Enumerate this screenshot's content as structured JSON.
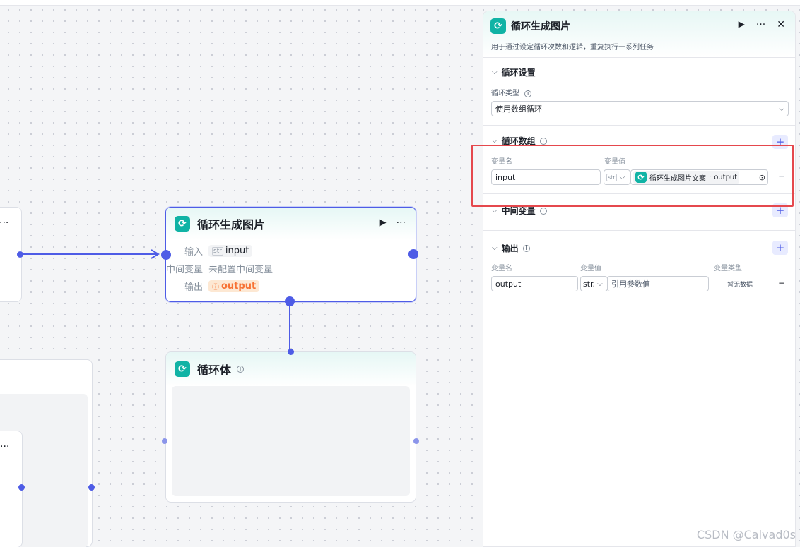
{
  "canvas": {
    "loop_node": {
      "title": "循环生成图片",
      "input_label": "输入",
      "input_type": "str",
      "input_value": "input",
      "mid_label": "中间变量",
      "mid_value": "未配置中间变量",
      "output_label": "输出",
      "output_value": "output",
      "more_label": "···"
    },
    "body_node": {
      "title": "循环体"
    },
    "left_stub_top_more": "···",
    "left_stub_bottom_more": "···"
  },
  "panel": {
    "title": "循环生成图片",
    "description": "用于通过设定循环次数和逻辑，重复执行一系列任务",
    "more_label": "···",
    "close_label": "✕",
    "loop_settings": {
      "title": "循环设置",
      "type_label": "循环类型",
      "type_value": "使用数组循环"
    },
    "loop_array": {
      "title": "循环数组",
      "name_header": "变量名",
      "value_header": "变量值",
      "name_value": "input",
      "type_tag": "str",
      "ref_source": "循环生成图片文案",
      "ref_field": "output"
    },
    "mid_vars": {
      "title": "中间变量"
    },
    "output": {
      "title": "输出",
      "name_header": "变量名",
      "value_header": "变量值",
      "type_header": "变量类型",
      "name_value": "output",
      "type_select": "str.",
      "value_placeholder": "引用参数值",
      "type_value": "暂无数据"
    }
  },
  "watermark": "CSDN @Calvad0s",
  "colors": {
    "accent": "#4e5ce6",
    "brand_icon": "#10b3a5",
    "highlight": "#e5484d",
    "warning": "#f77234"
  }
}
